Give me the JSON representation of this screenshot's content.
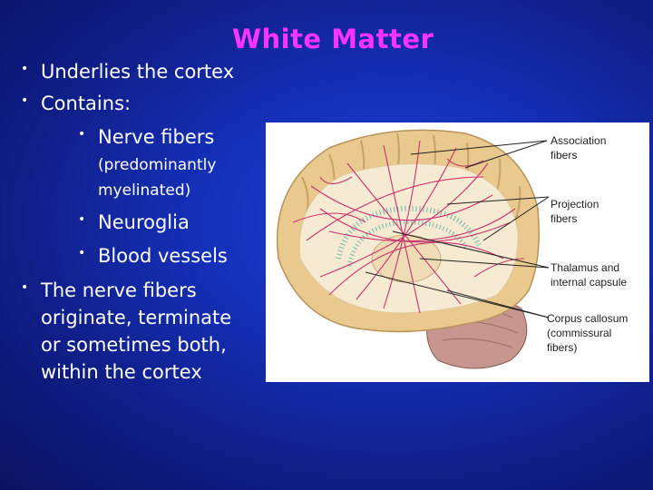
{
  "slide": {
    "title": "White Matter",
    "bullets": {
      "b1": "Underlies the cortex",
      "b2": "Contains:",
      "b2a_line1": "Nerve fibers",
      "b2a_line2": "(predominantly",
      "b2a_line3": "myelinated)",
      "b2b": "Neuroglia",
      "b2c": "Blood vessels",
      "b3_line1": "The nerve fibers",
      "b3_line2": "originate, terminate",
      "b3_line3": "or sometimes both,",
      "b3_line4": "within the cortex"
    },
    "bullet_glyph": "•"
  },
  "figure": {
    "labels": {
      "association_1": "Association",
      "association_2": "fibers",
      "projection_1": "Projection",
      "projection_2": "fibers",
      "thalamus_1": "Thalamus and",
      "thalamus_2": "internal capsule",
      "corpus_1": "Corpus callosum",
      "corpus_2": "(commissural",
      "corpus_3": "fibers)"
    },
    "colors": {
      "cortex": "#e9c98e",
      "white_matter": "#f6ead2",
      "fibers": "#c8326e",
      "cerebellum": "#c7968e",
      "dots": "#6fb7a6"
    }
  }
}
